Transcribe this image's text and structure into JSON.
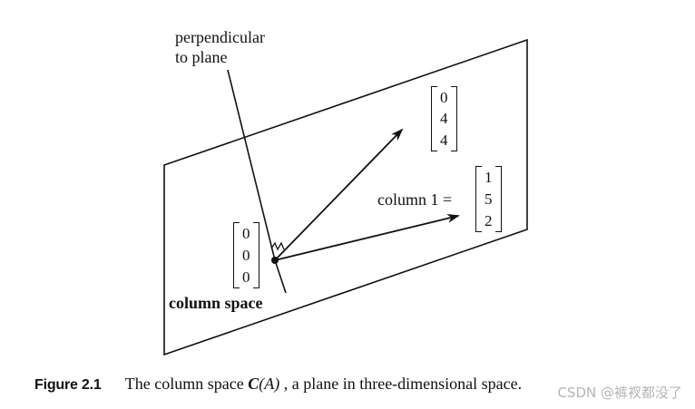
{
  "perpendicular_label_line1": "perpendicular",
  "perpendicular_label_line2": "to plane",
  "column_space_label": "column space",
  "column1_label": "column 1 =",
  "vector_top": [
    "0",
    "4",
    "4"
  ],
  "vector_column1": [
    "1",
    "5",
    "2"
  ],
  "vector_origin": [
    "0",
    "0",
    "0"
  ],
  "caption": {
    "figure": "Figure 2.1",
    "text_before": "The column space ",
    "math_symbol": "C",
    "math_arg": "(A)",
    "text_after": ", a plane in three-dimensional space."
  },
  "watermark": "CSDN @裤衩都没了"
}
